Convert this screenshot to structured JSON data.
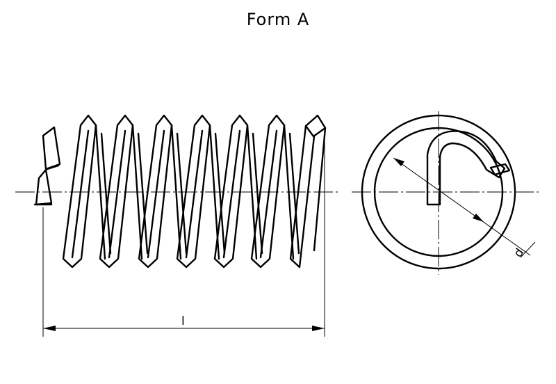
{
  "title": "Form A",
  "dimensions": {
    "length_label": "l",
    "diameter_label": "d"
  },
  "colors": {
    "line": "#000000",
    "background": "#ffffff"
  }
}
